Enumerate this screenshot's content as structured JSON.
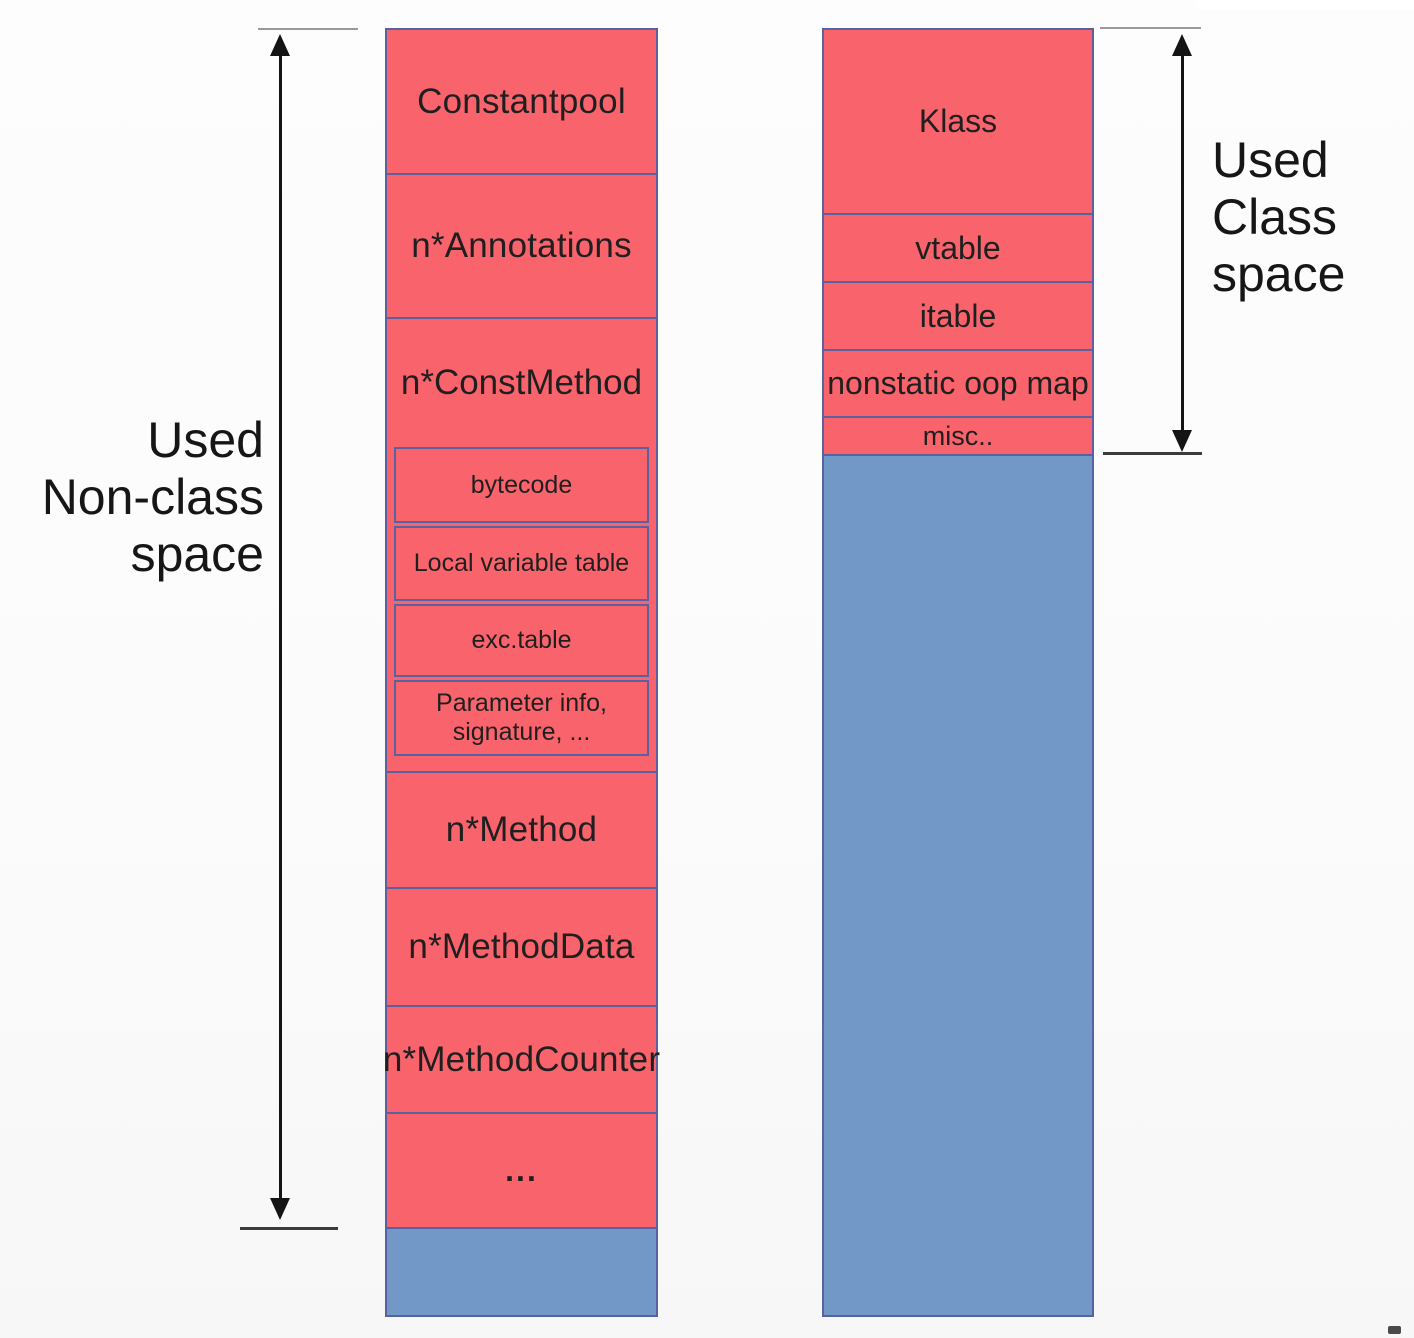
{
  "diagram": {
    "title_implicit": "Metaspace layout",
    "non_class_column": {
      "blocks": {
        "constantpool": "Constantpool",
        "annotations": "n*Annotations",
        "const_method": "n*ConstMethod",
        "nested": {
          "bytecode": "bytecode",
          "local_variable_table": "Local variable table",
          "exc_table": "exc.table",
          "parameter_info": "Parameter info,\nsignature, ..."
        },
        "method": "n*Method",
        "method_data": "n*MethodData",
        "method_counter": "n*MethodCounter",
        "ellipsis": "..."
      }
    },
    "class_column": {
      "blocks": {
        "klass": "Klass",
        "vtable": "vtable",
        "itable": "itable",
        "nonstatic_oop_map": "nonstatic oop map",
        "misc": "misc.."
      }
    },
    "annotations": {
      "non_class_label": "Used\nNon-class\nspace",
      "class_label": "Used\nClass\nspace"
    },
    "colors": {
      "used_red": "#f9636c",
      "free_blue": "#7298c7",
      "box_border": "#5a61a0",
      "arrow_black": "#141414"
    }
  }
}
